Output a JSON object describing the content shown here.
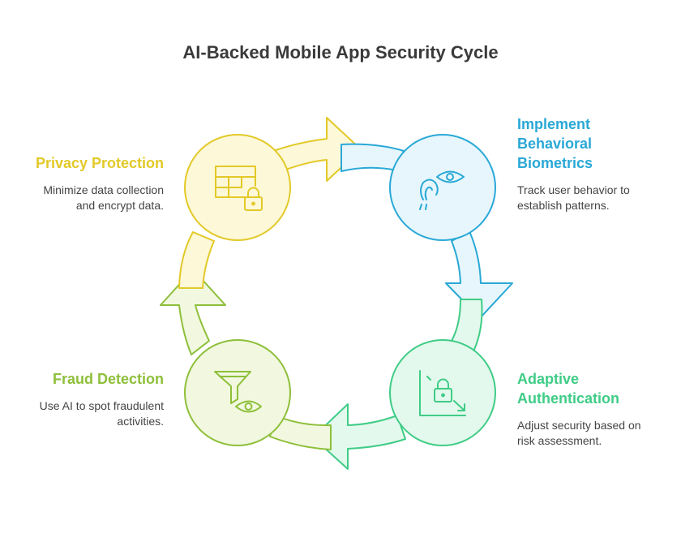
{
  "title": "AI-Backed Mobile App Security Cycle",
  "stages": {
    "privacy": {
      "heading": "Privacy Protection",
      "description": [
        "Minimize data collection",
        "and encrypt data."
      ],
      "icon": "table-lock-icon",
      "color": "#e2c928",
      "fill": "#fdf8d8"
    },
    "biometrics": {
      "heading": [
        "Implement",
        "Behavioral",
        "Biometrics"
      ],
      "description": [
        "Track user behavior to",
        "establish patterns."
      ],
      "icon": "touch-eye-icon",
      "color": "#29a8d6",
      "fill": "#e6f6fc"
    },
    "adaptive": {
      "heading": [
        "Adaptive",
        "Authentication"
      ],
      "description": [
        "Adjust security based on",
        "risk assessment."
      ],
      "icon": "chart-lock-icon",
      "color": "#3fcc86",
      "fill": "#e3f9ed"
    },
    "fraud": {
      "heading": "Fraud Detection",
      "description": [
        "Use AI to spot fraudulent",
        "activities."
      ],
      "icon": "filter-eye-icon",
      "color": "#8ebf3a",
      "fill": "#f1f8df"
    }
  }
}
